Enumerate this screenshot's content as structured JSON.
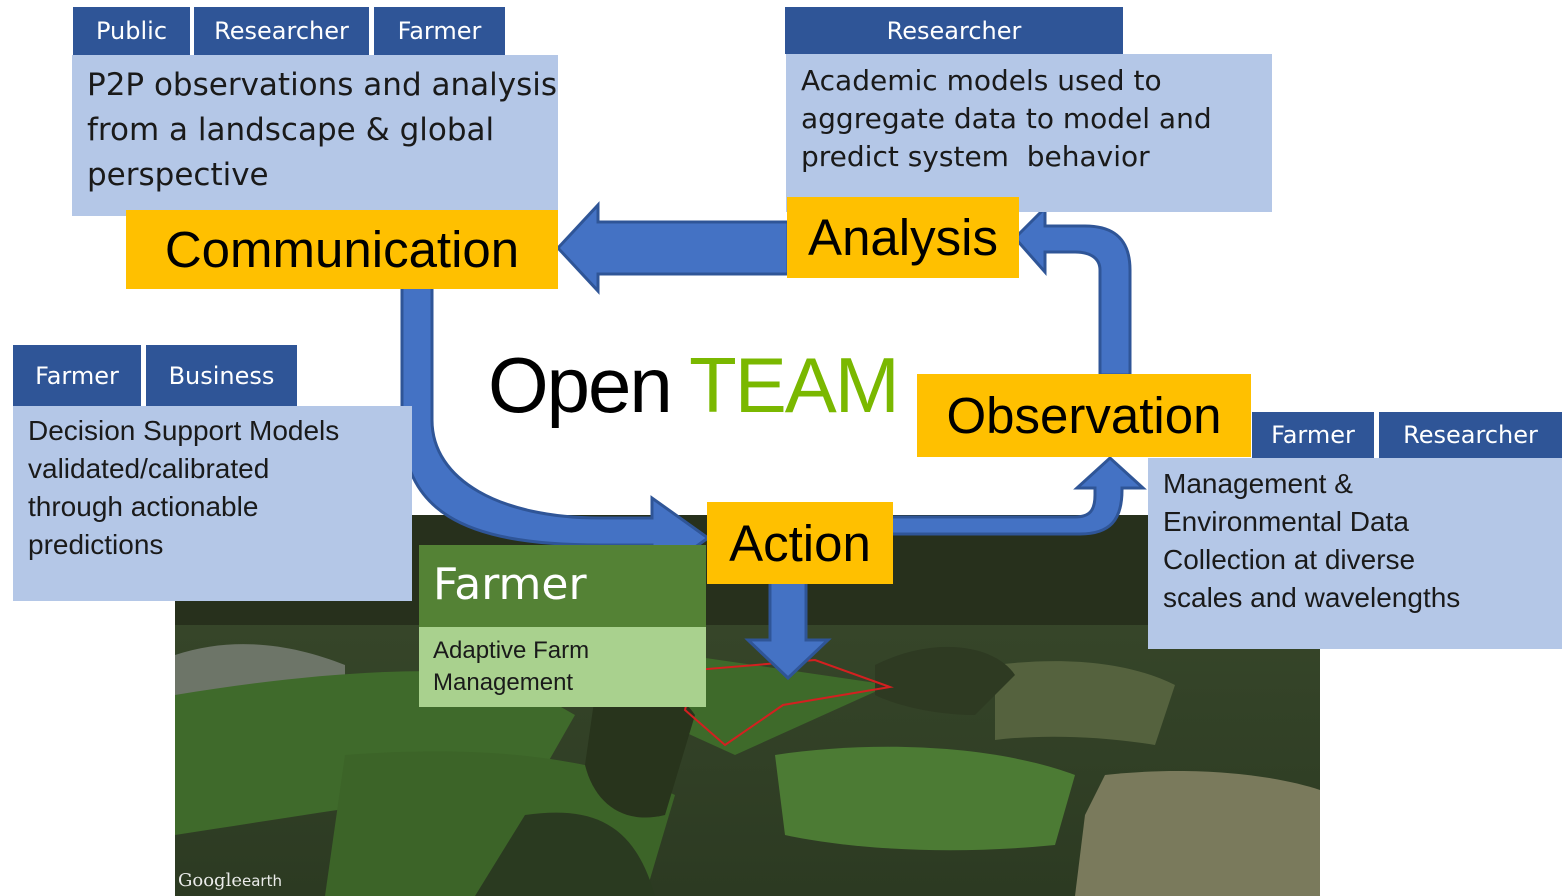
{
  "title": {
    "word1": "Open",
    "word2": "TEAM"
  },
  "stages": {
    "communication": "Communication",
    "analysis": "Analysis",
    "observation": "Observation",
    "action": "Action"
  },
  "communication_box": {
    "tags": [
      "Public",
      "Researcher",
      "Farmer"
    ],
    "lines": [
      "P2P observations and analysis",
      "from a landscape & global",
      "perspective"
    ]
  },
  "analysis_box": {
    "tags": [
      "Researcher"
    ],
    "lines": [
      "Academic models used to",
      "aggregate data to model and",
      "predict system  behavior"
    ]
  },
  "decision_box": {
    "tags": [
      "Farmer",
      "Business"
    ],
    "lines": [
      "Decision Support Models",
      "validated/calibrated",
      "through actionable",
      "predictions"
    ]
  },
  "observation_box": {
    "tags": [
      "Farmer",
      "Researcher"
    ],
    "lines": [
      "Management &",
      "Environmental Data",
      "Collection at diverse",
      "scales and wavelengths"
    ]
  },
  "farmer_box": {
    "heading": "Farmer",
    "lines": [
      "Adaptive Farm",
      "Management"
    ]
  },
  "photo_credit": {
    "brand": "Google",
    "suffix": "earth"
  },
  "colors": {
    "tag": "#2f5597",
    "desc": "#b4c7e7",
    "stage": "#ffc000",
    "arrow": "#4472c4",
    "arrow_edge": "#2f5597",
    "farmer_head": "#548235",
    "farmer_body": "#a9d18e",
    "team": "#7ab800"
  }
}
